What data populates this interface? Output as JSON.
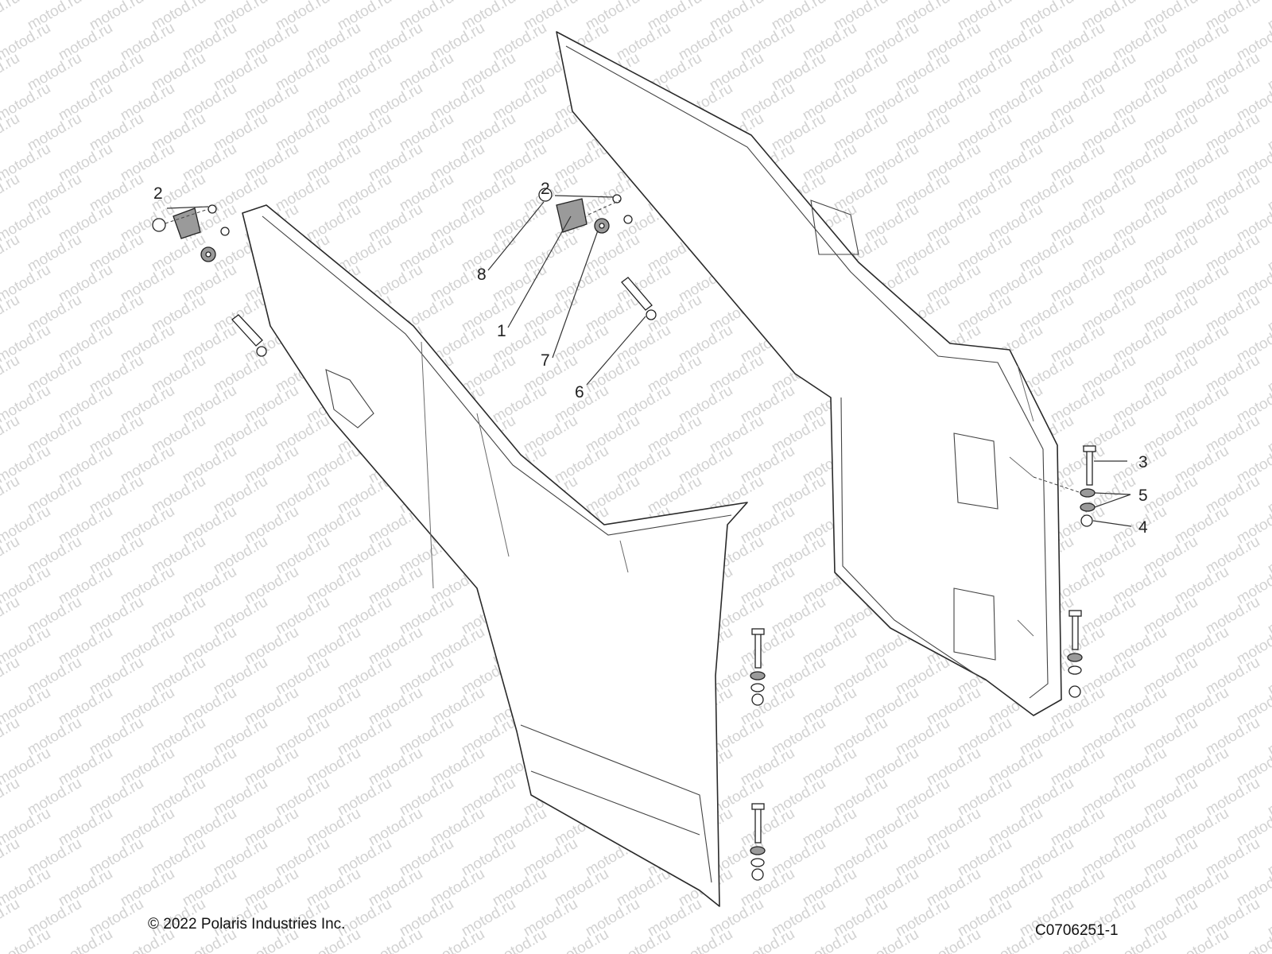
{
  "watermark": {
    "text": "motod.ru"
  },
  "callouts": {
    "c1": "1",
    "c2_left": "2",
    "c2_center": "2",
    "c3": "3",
    "c4": "4",
    "c5": "5",
    "c6": "6",
    "c7": "7",
    "c8": "8"
  },
  "footer": {
    "copyright": "© 2022 Polaris Industries Inc.",
    "figure_id": "C0706251-1"
  }
}
